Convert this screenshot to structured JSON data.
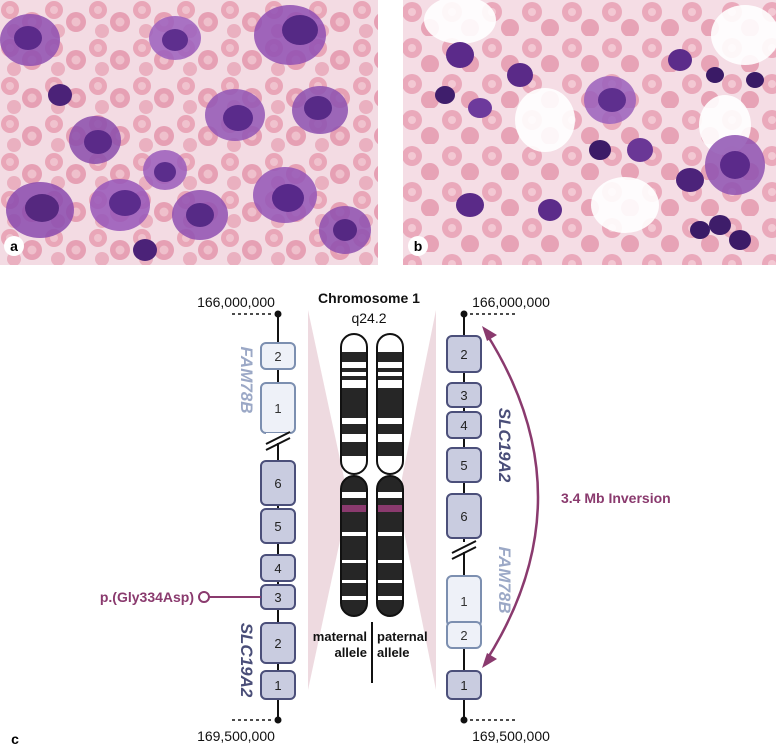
{
  "panels": {
    "a": {
      "label": "a"
    },
    "b": {
      "label": "b"
    },
    "c": {
      "label": "c"
    }
  },
  "chromosome": {
    "title": "Chromosome 1",
    "band": "q24.2",
    "maternal_label_1": "maternal",
    "maternal_label_2": "allele",
    "paternal_label_1": "paternal",
    "paternal_label_2": "allele"
  },
  "left_locus": {
    "start": "166,000,000",
    "end": "169,500,000",
    "gene_top": "FAM78B",
    "gene_bottom": "SLC19A2",
    "top_exons": [
      "2",
      "1"
    ],
    "bottom_exons": [
      "6",
      "5",
      "4",
      "3",
      "2",
      "1"
    ],
    "variant": "p.(Gly334Asp)"
  },
  "right_locus": {
    "start": "166,000,000",
    "end": "169,500,000",
    "gene_top": "SLC19A2",
    "gene_bottom": "FAM78B",
    "top_exons": [
      "2",
      "3",
      "4",
      "5",
      "6"
    ],
    "bottom_exons": [
      "1",
      "2",
      "1"
    ],
    "inversion": "3.4 Mb Inversion"
  },
  "colors": {
    "exon_fill": "#c9cce0",
    "exon_stroke": "#4b4f7a",
    "light_exon_fill": "#eef1f8",
    "light_exon_stroke": "#7c8fb0",
    "gene_dark": "#4a4e78",
    "gene_light": "#9ba8c6",
    "accent": "#8a3a6e",
    "zoom_fill": "#e8cdd6",
    "chrom_dark": "#262626"
  }
}
